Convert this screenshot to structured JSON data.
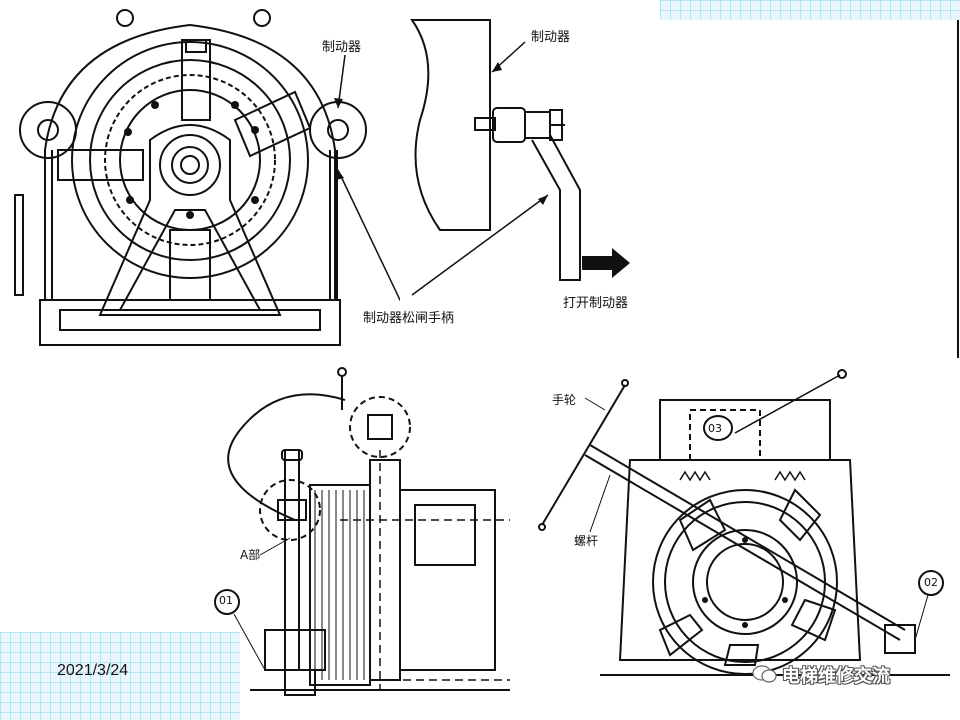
{
  "labels": {
    "brake_left": "制动器",
    "brake_right": "制动器",
    "release_handle": "制动器松闸手柄",
    "open_brake": "打开制动器",
    "part_a": "A部",
    "marker_01": "01",
    "marker_02": "02",
    "marker_03": "03",
    "handwheel": "手轮",
    "screw_rod": "螺杆"
  },
  "footer": {
    "date": "2021/3/24",
    "watermark": "电梯维修交流"
  },
  "colors": {
    "grid_fill": "#eaf6fb",
    "grid_line": "#8fd0ea",
    "line": "#111111"
  },
  "icons": {
    "watermark_logo": "chat-bubble-icon"
  }
}
